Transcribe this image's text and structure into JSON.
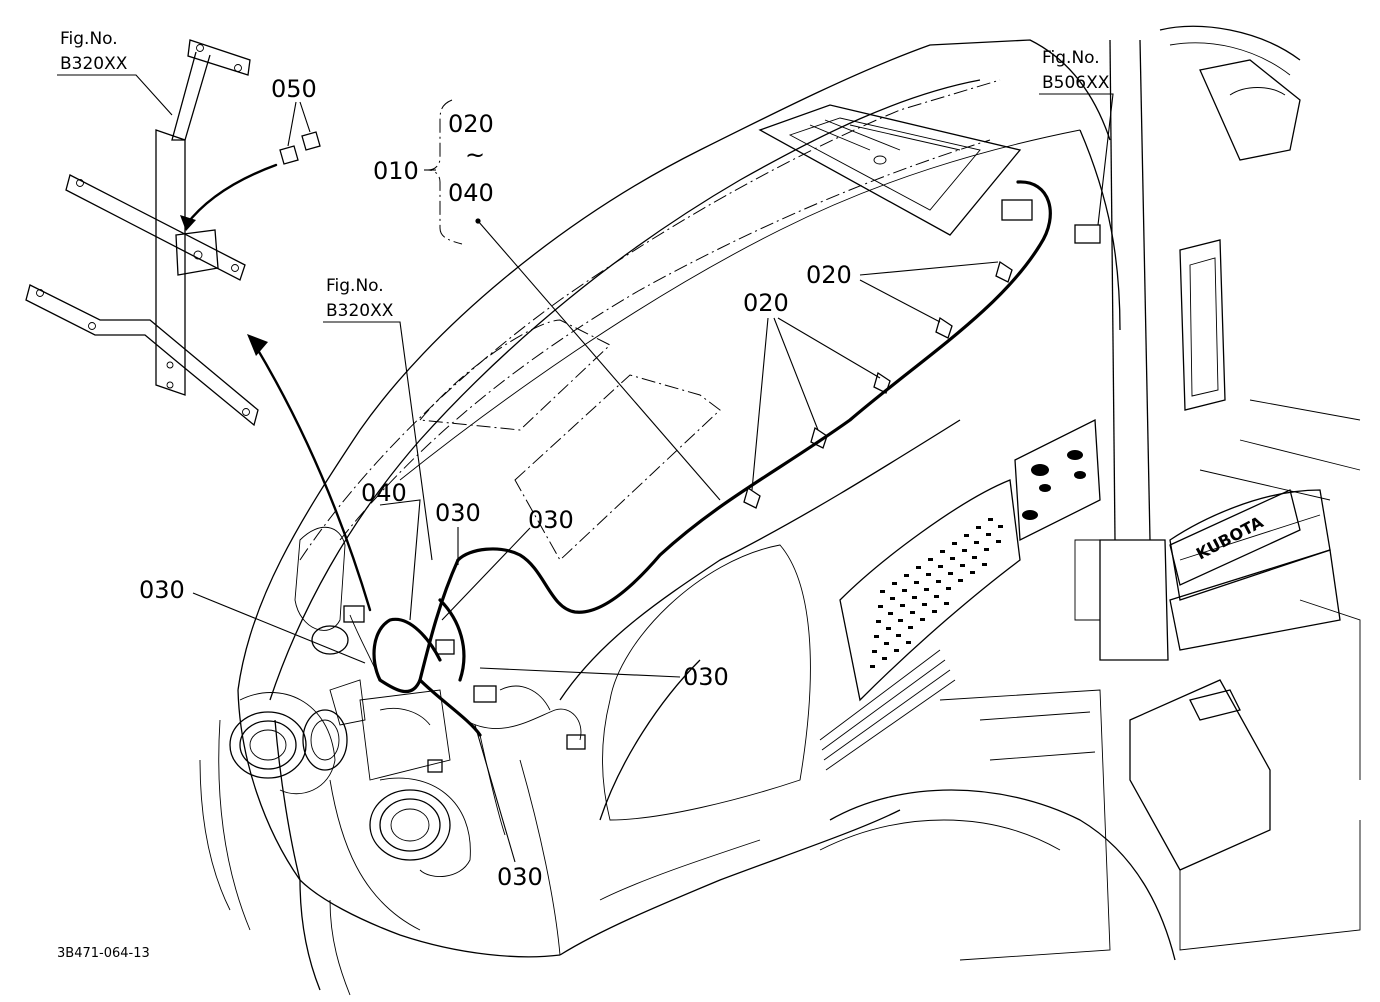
{
  "figure_refs": {
    "left": {
      "title": "Fig.No.",
      "code": "B320XX"
    },
    "middle": {
      "title": "Fig.No.",
      "code": "B320XX"
    },
    "right": {
      "title": "Fig.No.",
      "code": "B506XX"
    }
  },
  "callouts": {
    "c010": "010",
    "c020_top": "020",
    "tilde": "~",
    "c040_top": "040",
    "c050": "050",
    "c020_a": "020",
    "c020_b": "020",
    "c040": "040",
    "c030_a": "030",
    "c030_b": "030",
    "c030_c": "030",
    "c030_d": "030",
    "c030_e": "030"
  },
  "drawing_number": "3B471-064-13",
  "brand_mark": "KUBOTA"
}
